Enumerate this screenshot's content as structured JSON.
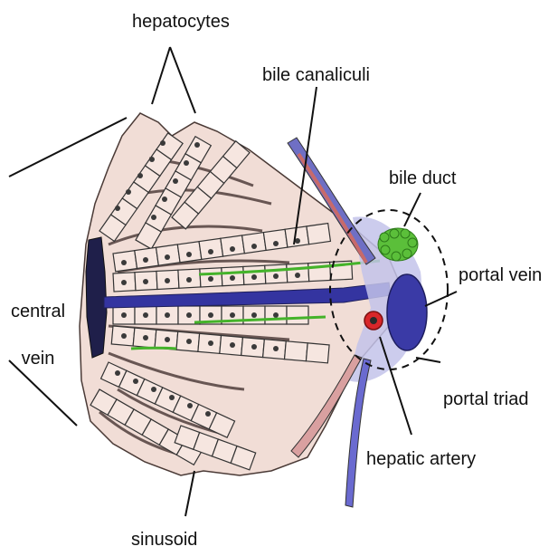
{
  "labels": {
    "hepatocytes": "hepatocytes",
    "bile_canaliculi": "bile canaliculi",
    "bile_duct": "bile duct",
    "portal_vein": "portal vein",
    "central_vein_line1": "central",
    "central_vein_line2": "vein",
    "portal_triad": "portal triad",
    "hepatic_artery": "hepatic artery",
    "sinusoid": "sinusoid"
  },
  "colors": {
    "hepatocyte_fill": "#f4e2dc",
    "nucleus_fill": "#3a3a3a",
    "central_vein": "#2f2fa0",
    "bile_duct_green": "#5bbf3a",
    "portal_vein_blue": "#3838a8",
    "hepatic_artery_red": "#d8262a",
    "sinusoid_dark": "#5a3a36",
    "triad_region": "#b9b9e3"
  },
  "icons": [
    "hepatocyte-cell",
    "nucleus",
    "dashed-triad-circle"
  ]
}
